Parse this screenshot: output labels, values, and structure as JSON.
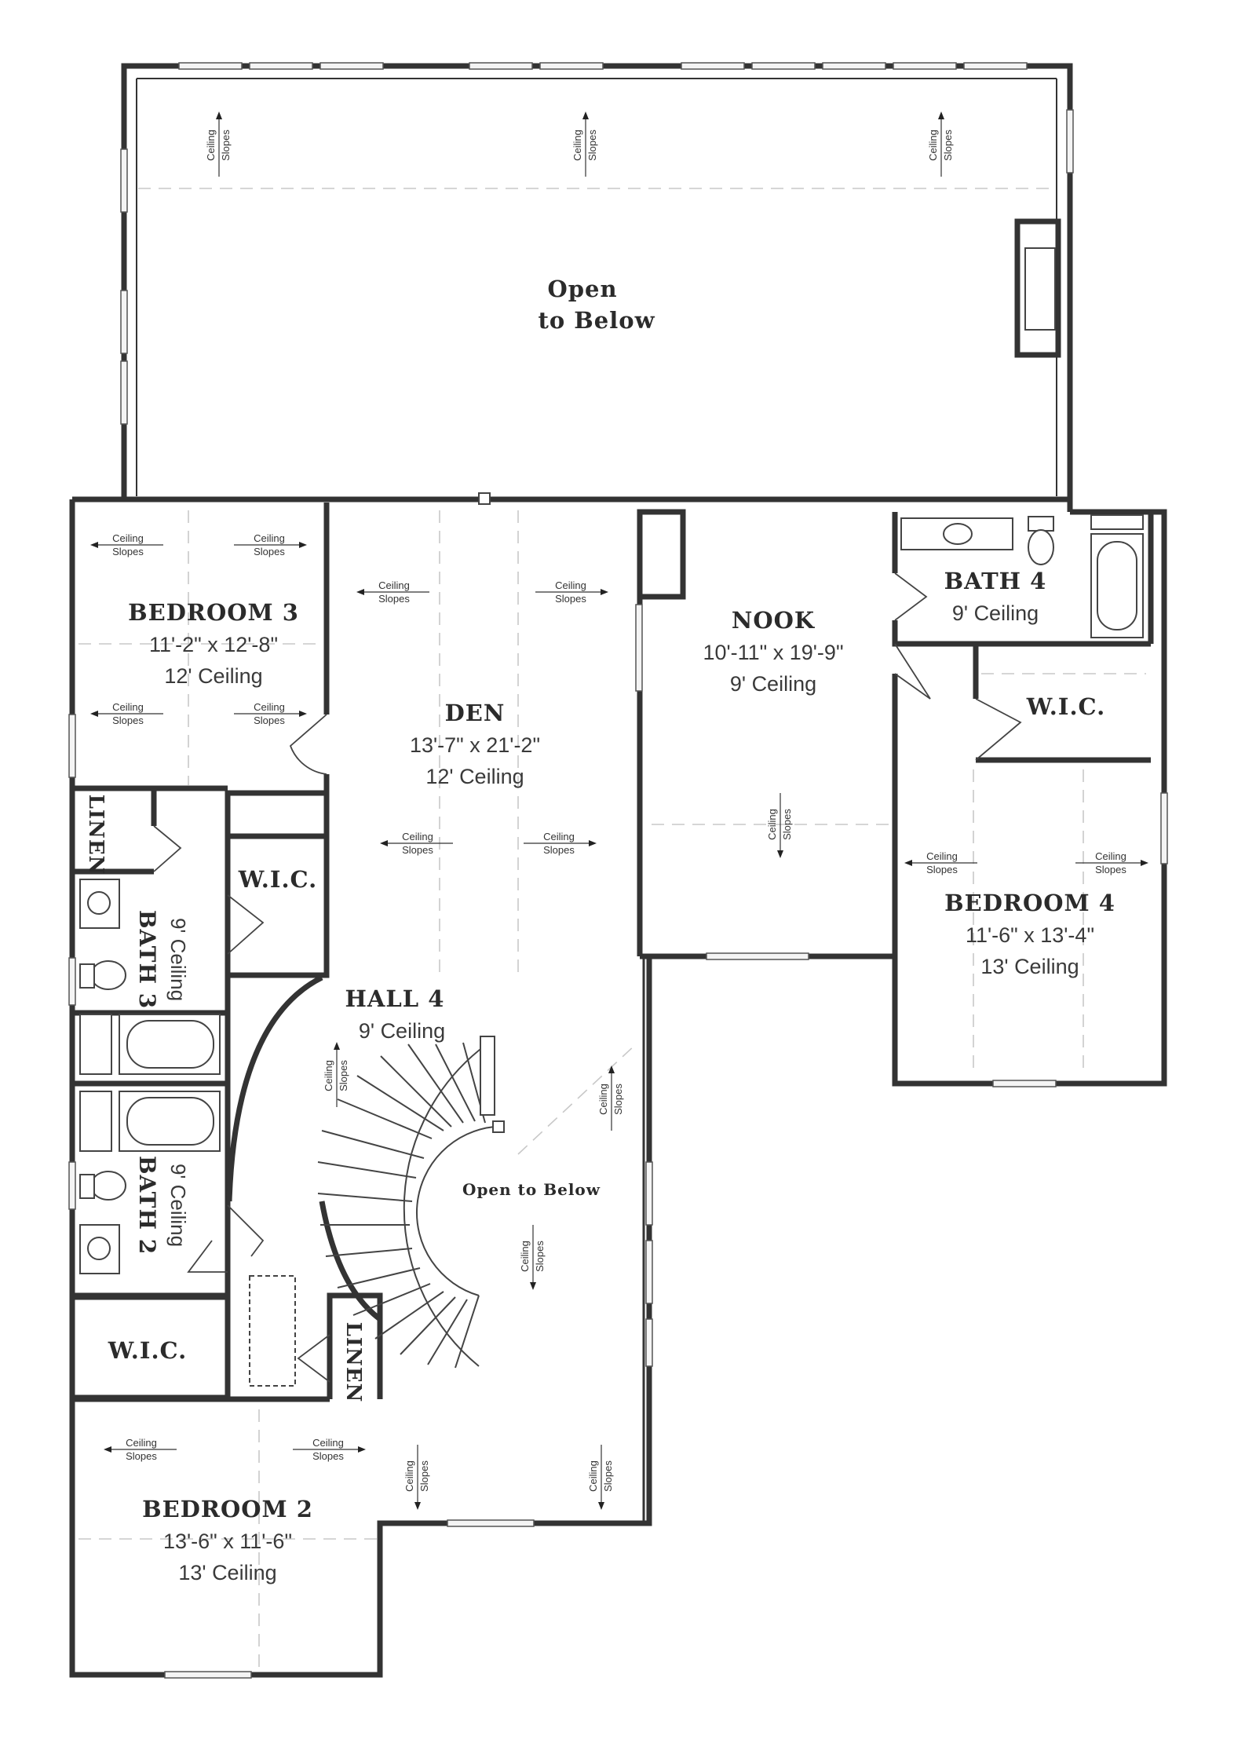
{
  "colors": {
    "wall": "#333333",
    "wall_fill": "#bdbdbd",
    "background": "#ffffff",
    "text": "#2b2b2b"
  },
  "rooms": {
    "open_to_below_top": {
      "line1": "Open",
      "line2": "to Below"
    },
    "bedroom3": {
      "name": "BEDROOM 3",
      "dims": "11'-2\" x 12'-8\"",
      "ceiling": "12' Ceiling"
    },
    "den": {
      "name": "DEN",
      "dims": "13'-7\" x 21'-2\"",
      "ceiling": "12' Ceiling"
    },
    "nook": {
      "name": "NOOK",
      "dims": "10'-11\" x 19'-9\"",
      "ceiling": "9' Ceiling"
    },
    "bath4": {
      "name": "BATH 4",
      "ceiling": "9' Ceiling"
    },
    "wic_bed4": {
      "name": "W.I.C."
    },
    "bedroom4": {
      "name": "BEDROOM 4",
      "dims": "11'-6\" x 13'-4\"",
      "ceiling": "13' Ceiling"
    },
    "linen_left": {
      "name": "LINEN"
    },
    "wic_mid": {
      "name": "W.I.C."
    },
    "bath3": {
      "name": "BATH 3",
      "ceiling": "9' Ceiling"
    },
    "hall4": {
      "name": "HALL 4",
      "ceiling": "9' Ceiling"
    },
    "open_to_below_stair": {
      "name": "Open to Below"
    },
    "bath2": {
      "name": "BATH 2",
      "ceiling": "9' Ceiling"
    },
    "wic_bed2": {
      "name": "W.I.C."
    },
    "linen_stair": {
      "name": "LINEN"
    },
    "bedroom2": {
      "name": "BEDROOM 2",
      "dims": "13'-6\" x 11'-6\"",
      "ceiling": "13' Ceiling"
    }
  },
  "ceiling_note": {
    "line1": "Ceiling",
    "line2": "Slopes"
  }
}
